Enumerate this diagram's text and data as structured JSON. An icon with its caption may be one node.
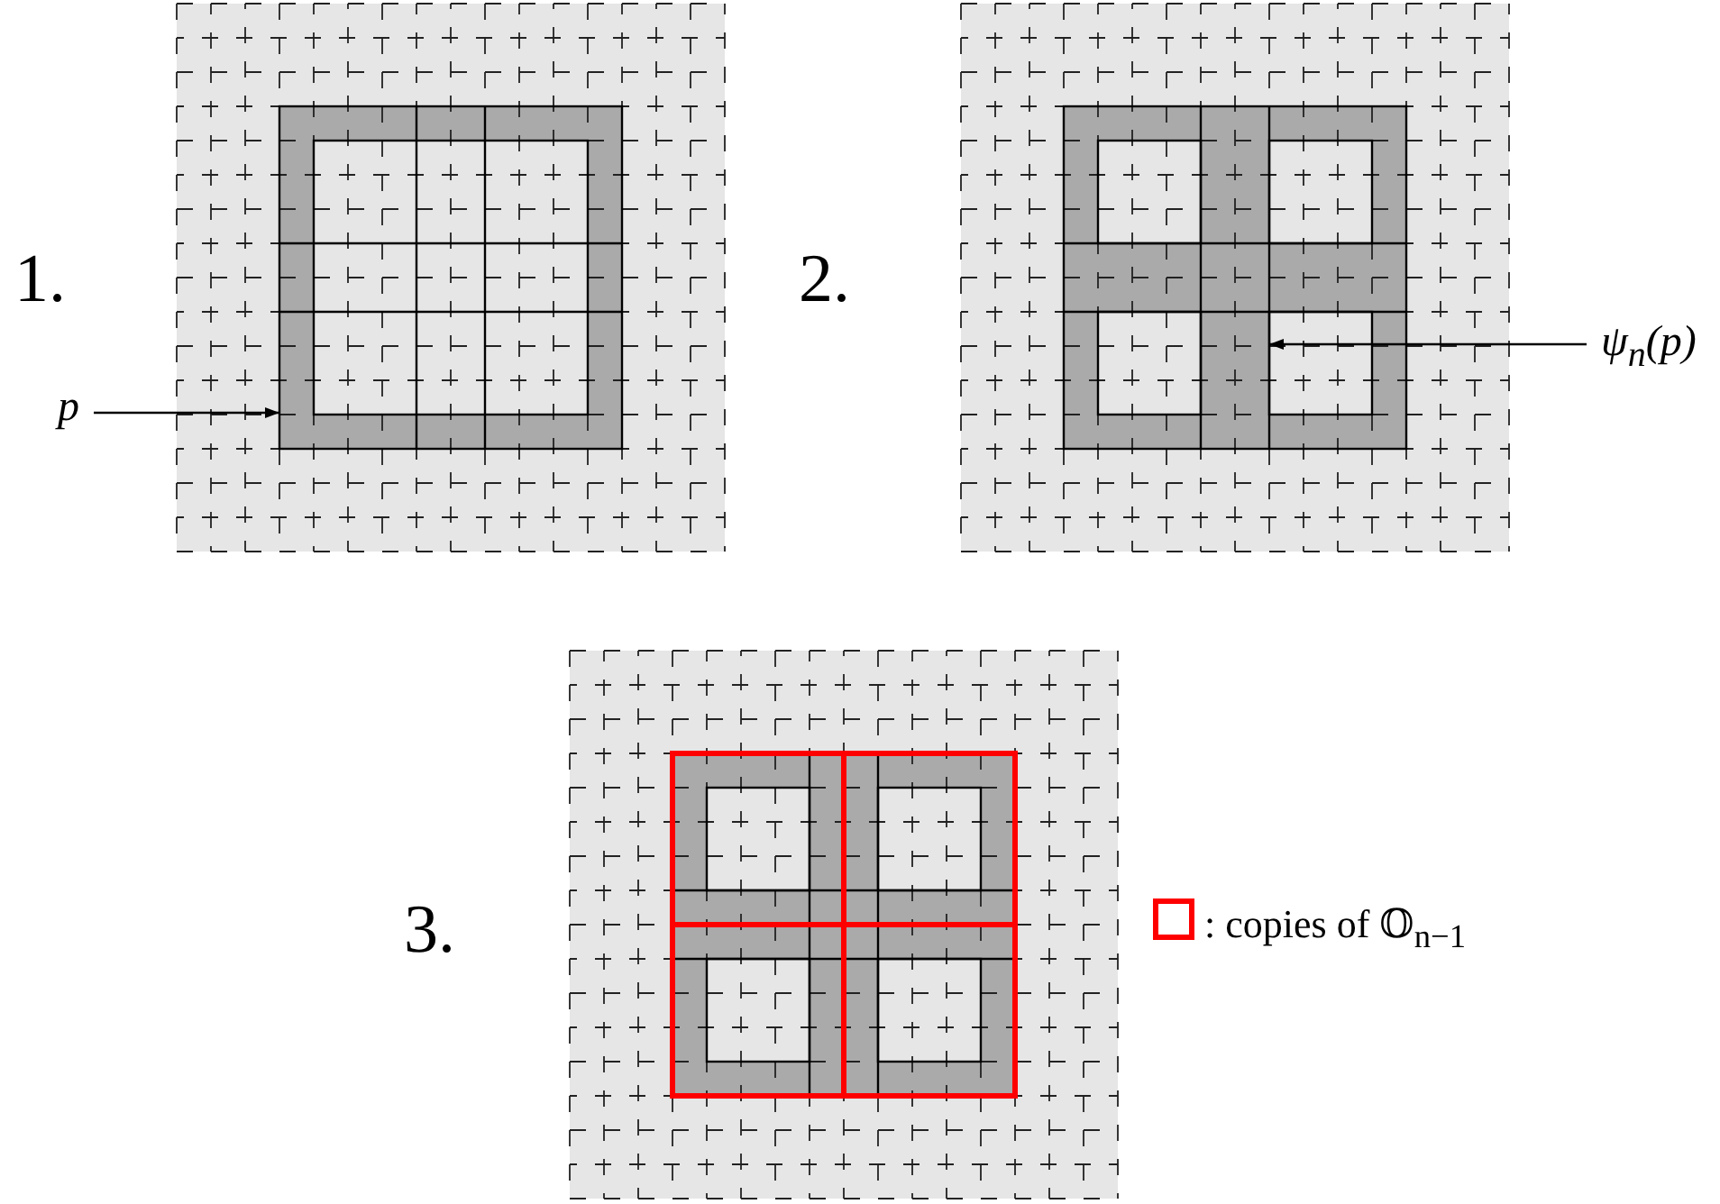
{
  "diagram": {
    "nodes": [
      {
        "text": [
          "p"
        ]
      },
      {
        "text": [
          "ψ$_{n}$(p)"
        ]
      }
    ],
    "edges": [
      {
        "from": 0,
        "to": null,
        "arrow": "to"
      },
      {
        "from": 1,
        "to": null,
        "arrow": "to"
      }
    ],
    "labels": [
      "1.",
      "2.",
      "3."
    ],
    "legend": [
      {
        "text": ": copies of 𝕆$_{n−1}$"
      }
    ]
  }
}
